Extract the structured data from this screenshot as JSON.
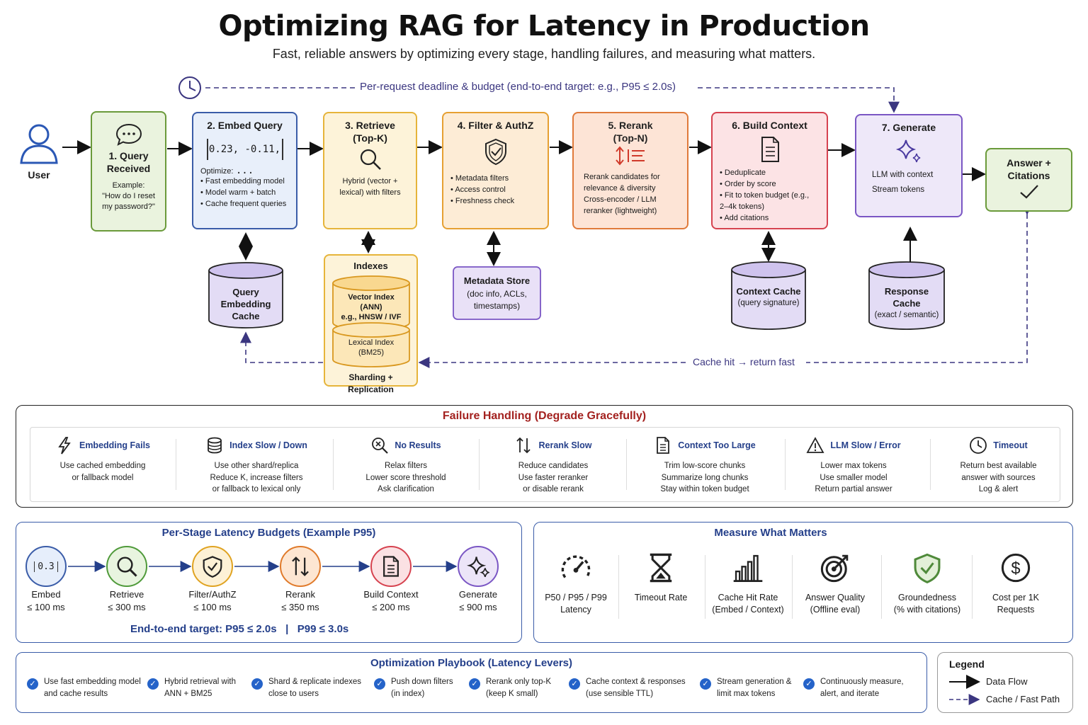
{
  "header": {
    "title": "Optimizing RAG for Latency in Production",
    "subtitle": "Fast, reliable answers by optimizing every stage, handling failures, and measuring what matters."
  },
  "deadline": {
    "label": "Per-request deadline & budget (end-to-end target: e.g., P95 ≤ 2.0s)"
  },
  "user": {
    "label": "User"
  },
  "stages": {
    "query": {
      "title": "1. Query Received",
      "example_label": "Example:",
      "example_text": "\"How do I reset my password?\""
    },
    "embed": {
      "title": "2. Embed Query",
      "vector": "0.23, -0.11, ...",
      "optimize_label": "Optimize:",
      "items": [
        "Fast embedding model",
        "Model warm + batch",
        "Cache frequent queries"
      ]
    },
    "retrieve": {
      "title": "3. Retrieve (Top-K)",
      "text": "Hybrid (vector + lexical) with filters"
    },
    "filter": {
      "title": "4. Filter & AuthZ",
      "items": [
        "Metadata filters",
        "Access control",
        "Freshness check"
      ]
    },
    "rerank": {
      "title": "5. Rerank (Top-N)",
      "text": "Rerank candidates for relevance & diversity Cross-encoder / LLM reranker (lightweight)"
    },
    "context": {
      "title": "6. Build Context",
      "items": [
        "Deduplicate",
        "Order by score",
        "Fit to token budget (e.g., 2–4k tokens)",
        "Add citations"
      ]
    },
    "generate": {
      "title": "7. Generate",
      "line1": "LLM with context",
      "line2": "Stream tokens"
    },
    "answer": {
      "title": "Answer + Citations"
    }
  },
  "stores": {
    "query_cache": {
      "name": "Query Embedding Cache"
    },
    "indexes": {
      "title": "Indexes",
      "vector_name": "Vector Index (ANN)",
      "vector_sub": "e.g., HNSW / IVF",
      "lexical_name": "Lexical Index (BM25)",
      "footer": "Sharding + Replication"
    },
    "metadata": {
      "name": "Metadata Store",
      "sub": "(doc info, ACLs, timestamps)"
    },
    "context_cache": {
      "name": "Context Cache",
      "sub": "(query signature)"
    },
    "response_cache": {
      "name": "Response Cache",
      "sub": "(exact / semantic)"
    }
  },
  "cache_hit": {
    "label": "Cache hit → return fast"
  },
  "failure": {
    "title": "Failure Handling (Degrade Gracefully)",
    "items": [
      {
        "icon": "lightning-icon",
        "title": "Embedding Fails",
        "lines": [
          "Use cached embedding",
          "or fallback model"
        ]
      },
      {
        "icon": "database-icon",
        "title": "Index Slow / Down",
        "lines": [
          "Use other shard/replica",
          "Reduce K, increase filters",
          "or fallback to lexical only"
        ]
      },
      {
        "icon": "search-x-icon",
        "title": "No Results",
        "lines": [
          "Relax filters",
          "Lower score threshold",
          "Ask clarification"
        ]
      },
      {
        "icon": "sort-arrows-icon",
        "title": "Rerank Slow",
        "lines": [
          "Reduce candidates",
          "Use faster reranker",
          "or disable rerank"
        ]
      },
      {
        "icon": "document-icon",
        "title": "Context Too Large",
        "lines": [
          "Trim low-score chunks",
          "Summarize long chunks",
          "Stay within token budget"
        ]
      },
      {
        "icon": "warning-icon",
        "title": "LLM Slow / Error",
        "lines": [
          "Lower max tokens",
          "Use smaller model",
          "Return partial answer"
        ]
      },
      {
        "icon": "clock-icon",
        "title": "Timeout",
        "lines": [
          "Return best available",
          "answer with sources",
          "Log & alert"
        ]
      }
    ]
  },
  "latency": {
    "title": "Per-Stage Latency Budgets (Example P95)",
    "items": [
      {
        "icon": "vector-icon",
        "glyph": "0.3",
        "name": "Embed",
        "budget": "≤ 100 ms",
        "color": "#3a5ca8",
        "fill": "#e6eefb"
      },
      {
        "icon": "search-icon",
        "glyph": "",
        "name": "Retrieve",
        "budget": "≤ 300 ms",
        "color": "#4f9a3a",
        "fill": "#e8f4df"
      },
      {
        "icon": "shield-icon",
        "glyph": "",
        "name": "Filter/AuthZ",
        "budget": "≤ 100 ms",
        "color": "#e0a321",
        "fill": "#fdf1d6"
      },
      {
        "icon": "sort-arrows-icon",
        "glyph": "",
        "name": "Rerank",
        "budget": "≤ 350 ms",
        "color": "#e07a2a",
        "fill": "#fde6d2"
      },
      {
        "icon": "document-icon",
        "glyph": "",
        "name": "Build Context",
        "budget": "≤ 200 ms",
        "color": "#d6424f",
        "fill": "#fbe1e3"
      },
      {
        "icon": "sparkle-icon",
        "glyph": "",
        "name": "Generate",
        "budget": "≤ 900 ms",
        "color": "#7a56c4",
        "fill": "#ece5f8"
      }
    ],
    "target": "End-to-end target: P95 ≤ 2.0s   |   P99 ≤ 3.0s"
  },
  "measure": {
    "title": "Measure What Matters",
    "items": [
      {
        "icon": "gauge-icon",
        "lines": [
          "P50 / P95 / P99",
          "Latency"
        ]
      },
      {
        "icon": "hourglass-icon",
        "lines": [
          "Timeout Rate"
        ]
      },
      {
        "icon": "bar-chart-icon",
        "lines": [
          "Cache Hit Rate",
          "(Embed / Context)"
        ]
      },
      {
        "icon": "target-icon",
        "lines": [
          "Answer Quality",
          "(Offline eval)"
        ]
      },
      {
        "icon": "shield-check-icon",
        "lines": [
          "Groundedness",
          "(% with citations)"
        ]
      },
      {
        "icon": "dollar-icon",
        "lines": [
          "Cost per 1K",
          "Requests"
        ]
      }
    ]
  },
  "playbook": {
    "title": "Optimization Playbook (Latency Levers)",
    "items": [
      [
        "Use fast embedding model",
        "and cache results"
      ],
      [
        "Hybrid retrieval with",
        "ANN + BM25"
      ],
      [
        "Shard & replicate indexes",
        "close to users"
      ],
      [
        "Push down filters",
        "(in index)"
      ],
      [
        "Rerank only top-K",
        "(keep K small)"
      ],
      [
        "Cache context & responses",
        "(use sensible TTL)"
      ],
      [
        "Stream generation &",
        "limit max tokens"
      ],
      [
        "Continuously measure,",
        "alert, and iterate"
      ]
    ]
  },
  "legend": {
    "title": "Legend",
    "data_flow": "Data Flow",
    "cache_path": "Cache / Fast Path"
  },
  "colors": {
    "navy": "#243f8a",
    "dashed": "#3b3680",
    "failure_title": "#a3211f"
  }
}
